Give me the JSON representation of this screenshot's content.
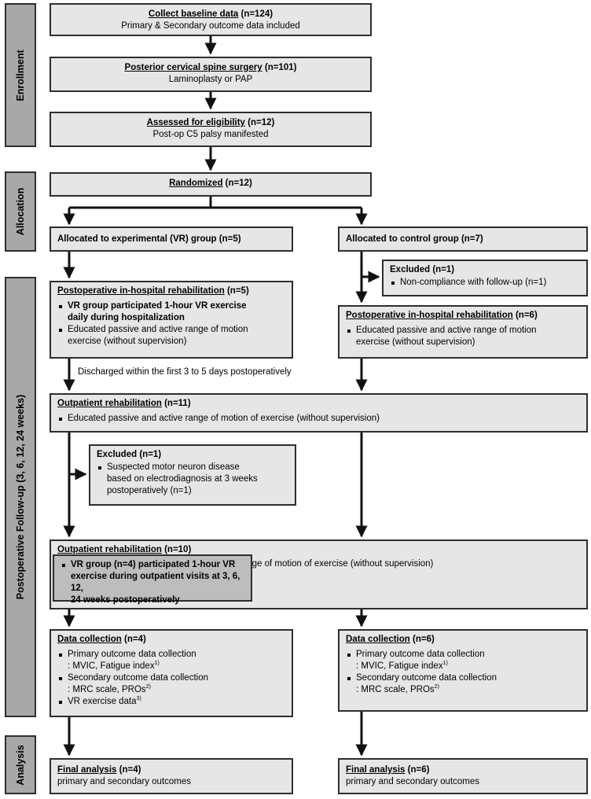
{
  "sections": {
    "enrollment": "Enrollment",
    "allocation": "Allocation",
    "followup": "Postoperative Follow-up (3, 6, 12, 24 weeks)",
    "analysis": "Analysis"
  },
  "baseline": {
    "title": "Collect baseline data",
    "n": " (n=124)",
    "line": "Primary & Secondary outcome data included"
  },
  "surgery": {
    "title": "Posterior cervical spine surgery",
    "n": " (n=101)",
    "line": "Laminoplasty or PAP"
  },
  "eligibility": {
    "title": "Assessed for eligibility",
    "n": " (n=12)",
    "line": "Post-op C5 palsy manifested"
  },
  "randomized": {
    "title": "Randomized",
    "n": " (n=12)"
  },
  "alloc_exp": "Allocated to experimental (VR) group (n=5)",
  "alloc_ctrl": "Allocated to control group (n=7)",
  "excluded1": {
    "title": "Excluded",
    "n": " (n=1)",
    "item": "Non-compliance with follow-up (n=1)"
  },
  "inhosp_vr": {
    "title": "Postoperative in-hospital rehabilitation",
    "n": " (n=5)",
    "item1a": "VR group participated 1-hour VR exercise",
    "item1b": "daily during hospitalization",
    "item2a": "Educated passive and active range of motion",
    "item2b": "exercise (without supervision)"
  },
  "inhosp_ctrl": {
    "title": "Postoperative in-hospital rehabilitation",
    "n": " (n=6)",
    "item1a": "Educated passive and active range of motion",
    "item1b": "exercise (without supervision)"
  },
  "discharged": "Discharged within the first 3 to 5 days postoperatively",
  "outpatient1": {
    "title": "Outpatient rehabilitation",
    "n": " (n=11)",
    "item": "Educated passive and active range of motion of exercise (without supervision)"
  },
  "excluded2": {
    "title": "Excluded",
    "n": " (n=1)",
    "l1": "Suspected motor neuron disease",
    "l2": "based on electrodiagnosis at 3 weeks",
    "l3": "postoperatively (n=1)"
  },
  "outpatient2": {
    "title": "Outpatient rehabilitation",
    "n": " (n=10)",
    "item": "Both groups: Educated passive and active range of motion of exercise (without supervision)",
    "vr1": "VR group (n=4) participated 1-hour VR",
    "vr2": "exercise during outpatient visits at 3, 6, 12,",
    "vr3": "24 weeks postoperatively"
  },
  "data_vr": {
    "title": "Data collection",
    "n": " (n=4)",
    "p1": "Primary outcome data collection",
    "p2": ": MVIC, Fatigue index",
    "p2sup": "1)",
    "s1": "Secondary outcome data collection",
    "s2": ": MRC scale, PROs",
    "s2sup": "2)",
    "vr": "VR exercise data",
    "vrsup": "3)"
  },
  "data_ctrl": {
    "title": "Data collection",
    "n": " (n=6)",
    "p1": "Primary outcome data collection",
    "p2": ": MVIC, Fatigue index",
    "p2sup": "1)",
    "s1": "Secondary outcome data collection",
    "s2": ": MRC scale, PROs",
    "s2sup": "2)"
  },
  "final_vr": {
    "title": "Final analysis",
    "n": " (n=4)",
    "line": "primary and secondary outcomes"
  },
  "final_ctrl": {
    "title": "Final analysis",
    "n": " (n=6)",
    "line": "primary and secondary outcomes"
  }
}
